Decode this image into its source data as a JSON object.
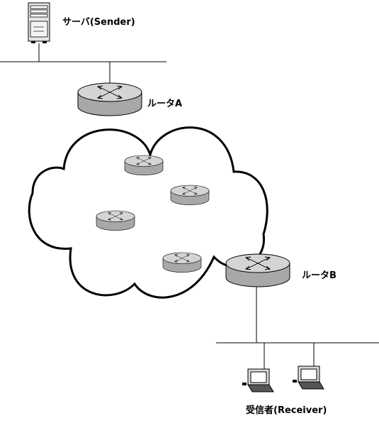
{
  "labels": {
    "server": "サーバ(Sender)",
    "router_a": "ルータA",
    "router_b": "ルータB",
    "receivers": "受信者(Receiver)"
  },
  "icons": {
    "server": "server-tower-icon",
    "router": "router-icon",
    "client": "laptop-computer-icon",
    "network": "cloud-network-icon"
  },
  "colors": {
    "line": "#000000",
    "router_top": "#d4d4d4",
    "router_side": "#a8a8a8",
    "background": "#ffffff"
  }
}
